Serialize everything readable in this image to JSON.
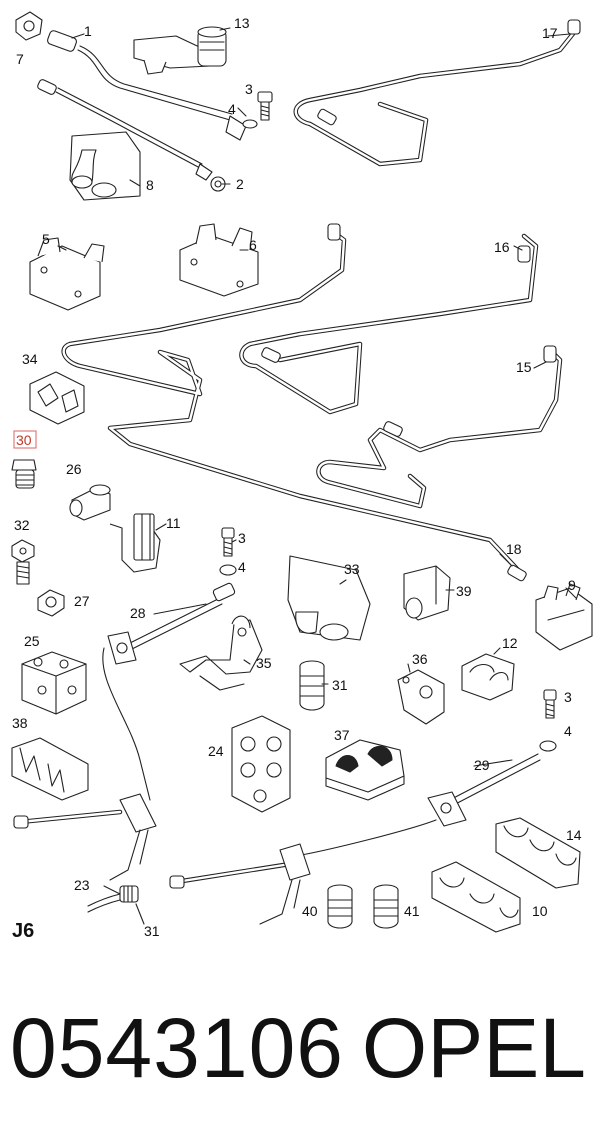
{
  "diagram": {
    "sheet": "J6",
    "labels": [
      "1",
      "2",
      "3",
      "4",
      "5",
      "6",
      "7",
      "8",
      "9",
      "10",
      "11",
      "12",
      "13",
      "14",
      "15",
      "16",
      "17",
      "18",
      "23",
      "24",
      "25",
      "26",
      "27",
      "28",
      "29",
      "30",
      "31",
      "32",
      "33",
      "34",
      "35",
      "36",
      "37",
      "38",
      "39",
      "40",
      "41"
    ],
    "highlighted_label": "30",
    "labels_repeated": {
      "3": 3,
      "4": 3,
      "31": 2
    }
  },
  "footer": {
    "part_number": "0543106",
    "brand": "OPEL"
  }
}
